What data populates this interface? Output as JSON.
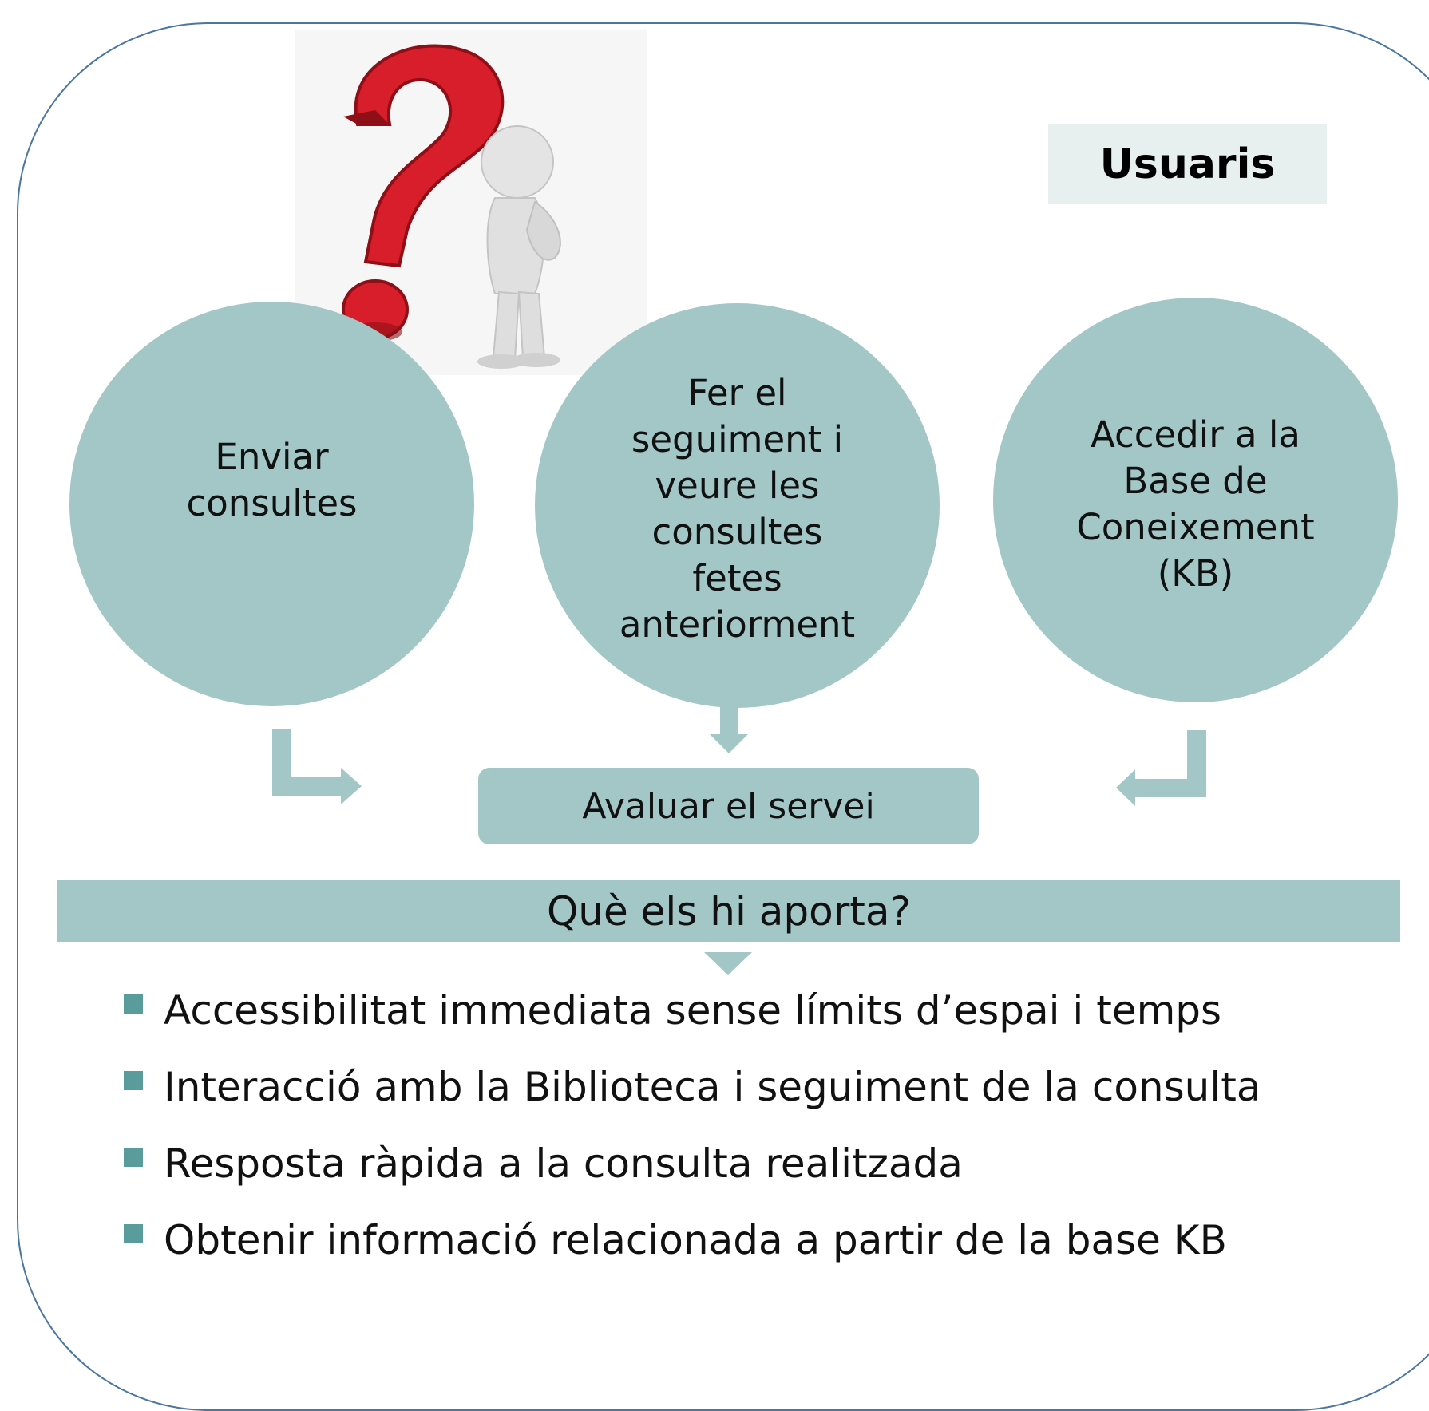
{
  "colors": {
    "teal_fill": "#a2c7c6",
    "bullet": "#5a9c9b",
    "frame_border": "#4a76a0",
    "users_box": "#e8f0ef",
    "question_mark": "#d81e2a"
  },
  "users_label": "Usuaris",
  "illustration": {
    "icon": "question-mark-thinking-person-icon"
  },
  "circles": [
    {
      "label": "Enviar\nconsultes"
    },
    {
      "label": "Fer el\nseguiment i\nveure les\nconsultes\nfetes\nanteriorment"
    },
    {
      "label": "Accedir a la\nBase de\nConeixement\n(KB)"
    }
  ],
  "evaluate_label": "Avaluar el servei",
  "band_label": "Què els hi aporta?",
  "benefits": [
    "Accessibilitat immediata sense límits d’espai i temps",
    "Interacció amb la Biblioteca i seguiment de la consulta",
    "Resposta ràpida a la consulta realitzada",
    "Obtenir informació relacionada a partir de la base KB"
  ]
}
